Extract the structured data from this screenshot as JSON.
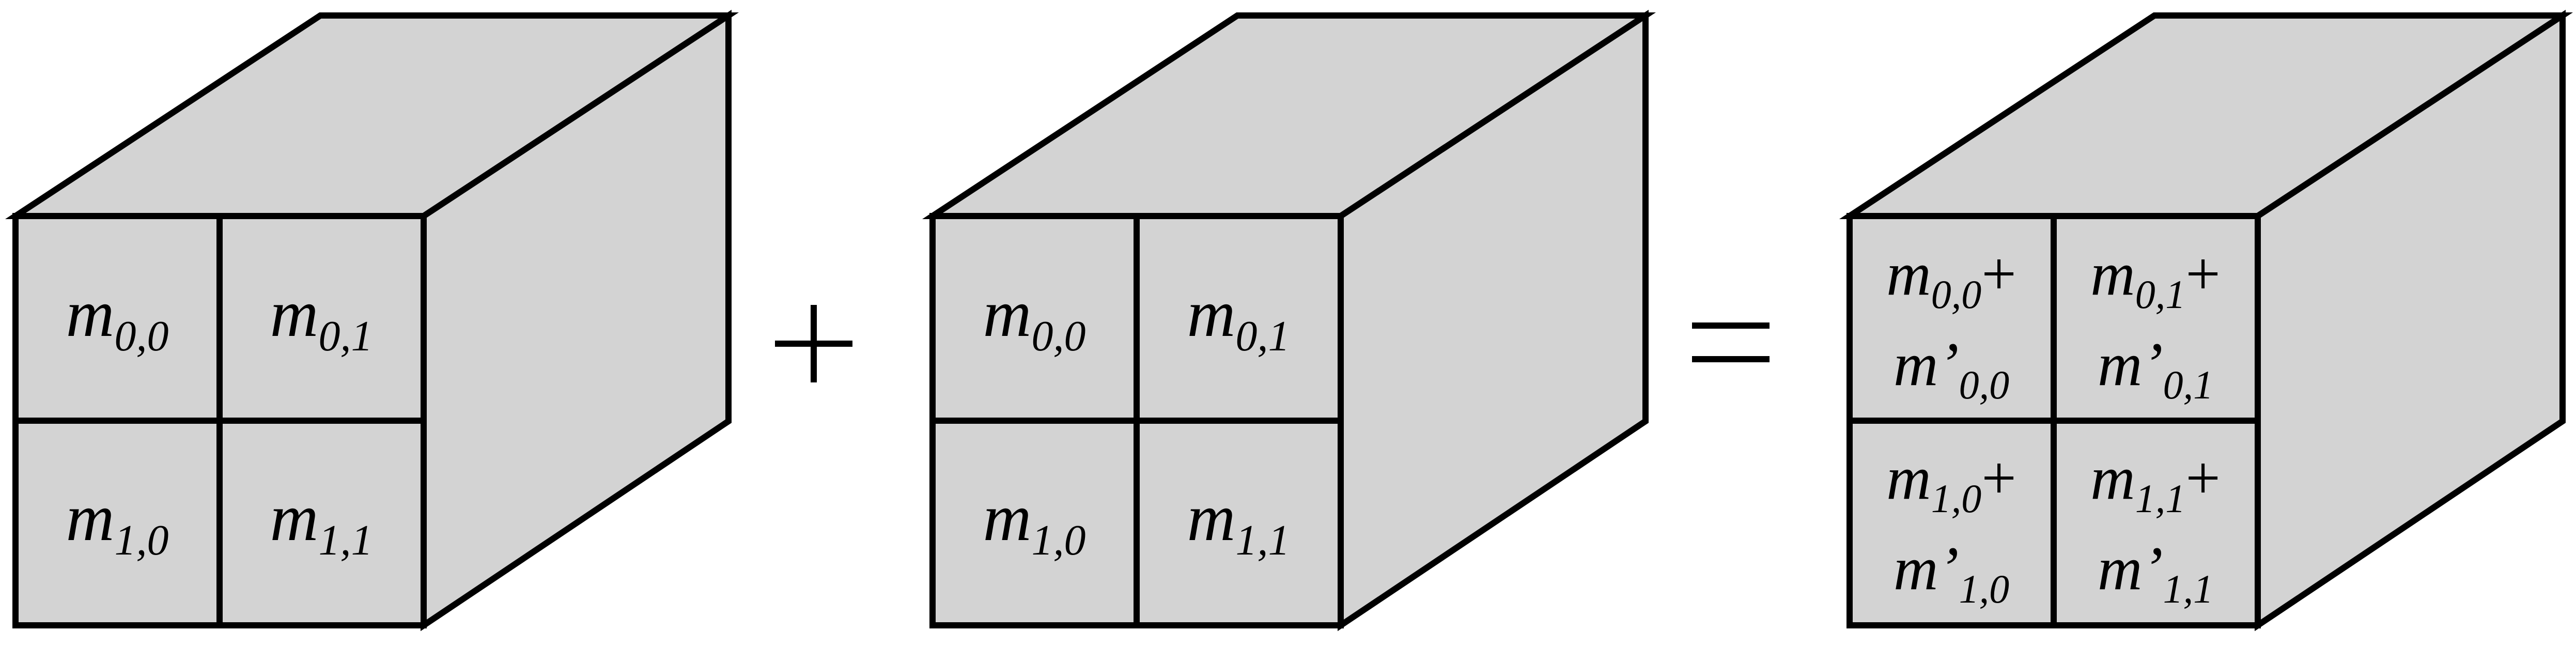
{
  "diagram": {
    "operators": {
      "plus": "+",
      "equals": "="
    },
    "cube_left": {
      "cells": [
        {
          "base": "m",
          "sub": "0,0"
        },
        {
          "base": "m",
          "sub": "0,1"
        },
        {
          "base": "m",
          "sub": "1,0"
        },
        {
          "base": "m",
          "sub": "1,1"
        }
      ]
    },
    "cube_middle": {
      "cells": [
        {
          "base": "m",
          "sub": "0,0"
        },
        {
          "base": "m",
          "sub": "0,1"
        },
        {
          "base": "m",
          "sub": "1,0"
        },
        {
          "base": "m",
          "sub": "1,1"
        }
      ]
    },
    "cube_result": {
      "cells": [
        {
          "line1_base": "m",
          "line1_sub": "0,0",
          "plus": "+",
          "line2_base": "m",
          "prime": "’",
          "line2_sub": "0,0"
        },
        {
          "line1_base": "m",
          "line1_sub": "0,1",
          "plus": "+",
          "line2_base": "m",
          "prime": "’",
          "line2_sub": "0,1"
        },
        {
          "line1_base": "m",
          "line1_sub": "1,0",
          "plus": "+",
          "line2_base": "m",
          "prime": "’",
          "line2_sub": "1,0"
        },
        {
          "line1_base": "m",
          "line1_sub": "1,1",
          "plus": "+",
          "line2_base": "m",
          "prime": "’",
          "line2_sub": "1,1"
        }
      ]
    },
    "colors": {
      "face": "#d3d3d3",
      "stroke": "#000000",
      "background": "#ffffff"
    }
  }
}
